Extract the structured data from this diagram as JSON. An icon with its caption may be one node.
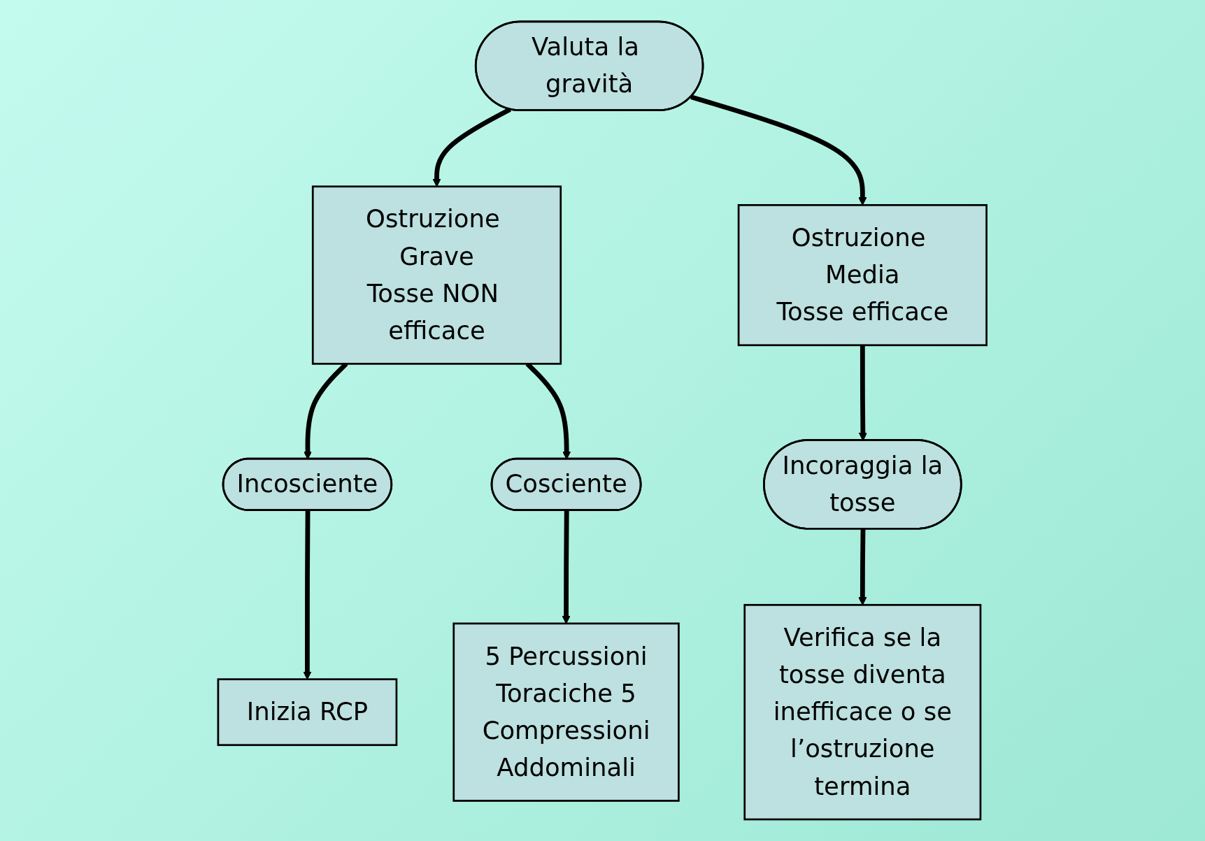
{
  "diagram": {
    "nodes": [
      {
        "text": [
          "Valuta la gravità"
        ]
      },
      {
        "text": [
          "Ostruzione Grave",
          "Tosse NON efficace"
        ]
      },
      {
        "text": [
          "Ostruzione Media",
          "Tosse efficace"
        ]
      },
      {
        "text": [
          "Incosciente"
        ]
      },
      {
        "text": [
          "Cosciente"
        ]
      },
      {
        "text": [
          "Incoraggia la tosse"
        ]
      },
      {
        "text": [
          "Inizia RCP"
        ]
      },
      {
        "text": [
          "5 Percussioni Toraciche 5 Compressioni Addominali"
        ]
      },
      {
        "text": [
          "Verifica se la tosse diventa inefficace o se l’ostruzione termina"
        ]
      }
    ],
    "edges": [
      {
        "from": 0,
        "to": 1,
        "arrow": "to"
      },
      {
        "from": 0,
        "to": 2,
        "arrow": "to"
      },
      {
        "from": 1,
        "to": 3,
        "arrow": "to"
      },
      {
        "from": 1,
        "to": 4,
        "arrow": "to"
      },
      {
        "from": 2,
        "to": 5,
        "arrow": "to"
      },
      {
        "from": 3,
        "to": 6,
        "arrow": "to"
      },
      {
        "from": 4,
        "to": 7,
        "arrow": "to"
      },
      {
        "from": 5,
        "to": 8,
        "arrow": "to"
      }
    ]
  }
}
